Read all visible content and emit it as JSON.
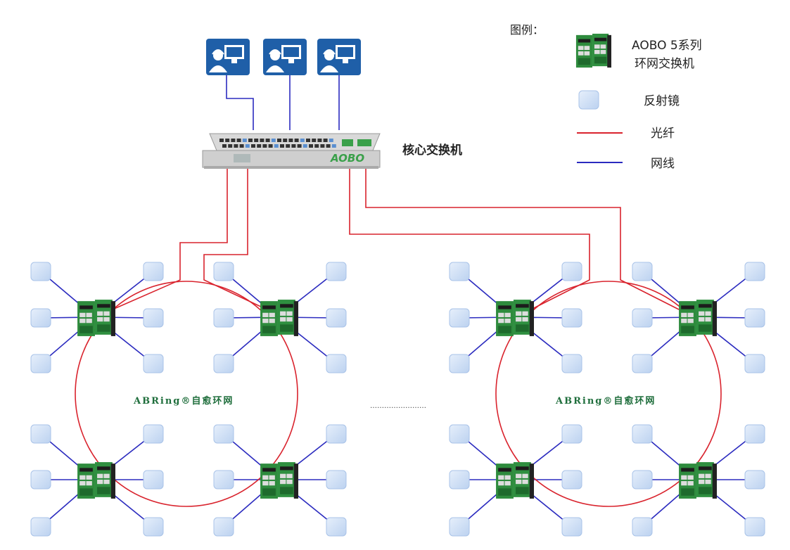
{
  "legend": {
    "title": "图例：",
    "switch_label_line1": "AOBO 5系列",
    "switch_label_line2": "环网交换机",
    "reflector_label": "反射镜",
    "fiber_label": "光纤",
    "cable_label": "网线"
  },
  "core_switch": {
    "label": "核心交换机",
    "brand": "AOBO"
  },
  "rings": [
    {
      "label": "ABRing®自愈环网"
    },
    {
      "label": "ABRing®自愈环网"
    }
  ],
  "ellipsis": "……………………",
  "colors": {
    "fiber": "#d9232d",
    "cable": "#2b2bbf",
    "reflector_fill": "#cfe0f7",
    "reflector_stroke": "#a9c3e8",
    "workstation": "#1f5fa8",
    "switch_green": "#2e8b3d",
    "switch_dark": "#222222",
    "ring_label": "#1f6e3c"
  },
  "icons": {
    "workstation": "workstation-icon",
    "reflector": "reflector-icon",
    "ring_switch": "ring-switch-icon",
    "core_switch": "core-switch-icon"
  }
}
